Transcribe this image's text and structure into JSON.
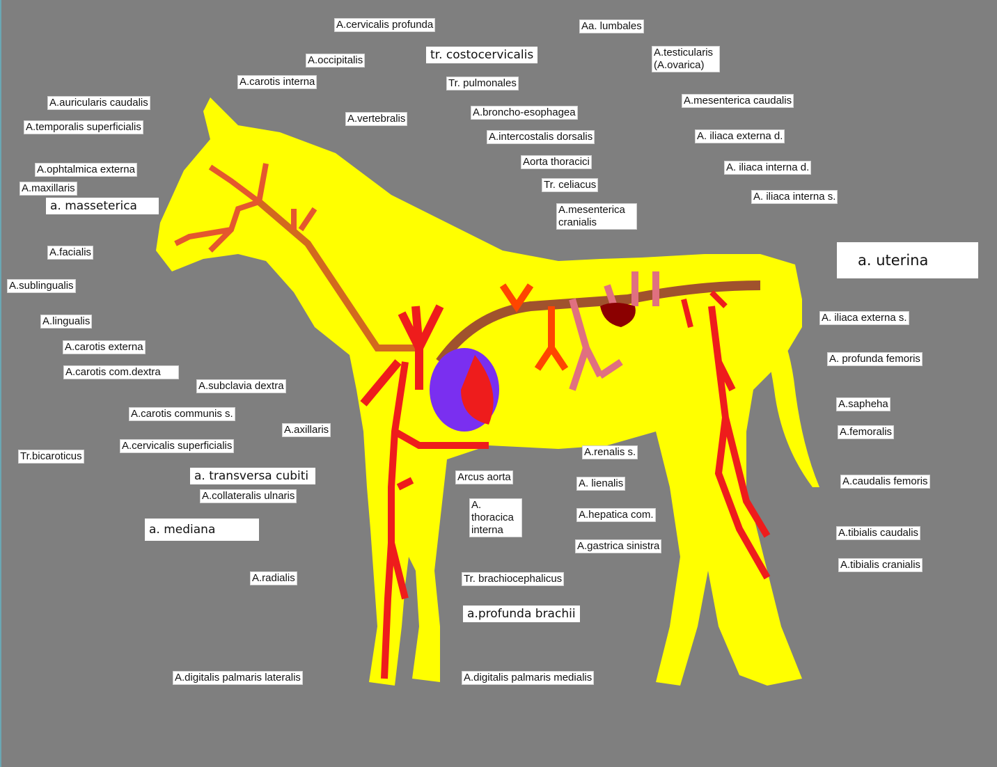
{
  "colors": {
    "background": "#7f7f7f",
    "body": "#ffff00",
    "artery": "#ee1c1c",
    "aorta": "#a0522d",
    "heart_purple": "#7a2ff0"
  },
  "labels": {
    "a_cervicalis_profunda": "A.cervicalis profunda",
    "aa_lumbales": "Aa. lumbales",
    "tr_costocervicalis": "tr. costocervicalis",
    "a_testicularis": "A.testicularis (A.ovarica)",
    "a_occipitalis": "A.occipitalis",
    "tr_pulmonales": "Tr. pulmonales",
    "a_carotis_interna": "A.carotis interna",
    "a_mesenterica_caudalis": "A.mesenterica caudalis",
    "a_auricularis_caudalis": "A.auricularis caudalis",
    "a_broncho_esophagea": "A.broncho-esophagea",
    "a_temporalis_superficialis": "A.temporalis superficialis",
    "a_vertebralis": "A.vertebralis",
    "a_intercostalis_dorsalis": "A.intercostalis dorsalis",
    "a_iliaca_externa_d": "A. iliaca externa d.",
    "aorta_thoracici": "Aorta thoracici",
    "a_ophtalmica_externa": "A.ophtalmica externa",
    "a_iliaca_interna_d": "A. iliaca interna d.",
    "tr_celiacus": "Tr. celiacus",
    "a_maxillaris": "A.maxillaris",
    "a_iliaca_interna_s": "A. iliaca interna s.",
    "a_masseterica": "a. masseterica",
    "a_mesenterica_cranialis": "A.mesenterica cranialis",
    "a_facialis": "A.facialis",
    "a_uterina": "a. uterina",
    "a_sublingualis": "A.sublingualis",
    "a_lingualis": "A.lingualis",
    "a_iliaca_externa_s": "A. iliaca externa s.",
    "a_carotis_externa": "A.carotis externa",
    "a_profunda_femoris": "A. profunda femoris",
    "a_carotis_com_dextra": "A.carotis com.dextra",
    "a_subclavia_dextra": "A.subclavia dextra",
    "a_sapheha": "A.sapheha",
    "a_carotis_communis_s": "A.carotis communis s.",
    "a_femoralis": "A.femoralis",
    "a_axillaris": "A.axillaris",
    "a_cervicalis_superficialis": "A.cervicalis superficialis",
    "tr_bicaroticus": "Tr.bicaroticus",
    "a_renalis_s": "A.renalis s.",
    "a_transversa_cubiti": "a. transversa cubiti",
    "arcus_aorta": "Arcus aorta",
    "a_lienalis": "A. lienalis",
    "a_caudalis_femoris": "A.caudalis femoris",
    "a_collateralis_ulnaris": "A.collateralis ulnaris",
    "a_thoracica_interna": "A. thoracica interna",
    "a_hepatica_com": "A.hepatica com.",
    "a_mediana": "a. mediana",
    "a_tibialis_caudalis": "A.tibialis caudalis",
    "a_gastrica_sinistra": "A.gastrica sinistra",
    "a_tibialis_cranialis": "A.tibialis cranialis",
    "a_radialis": "A.radialis",
    "tr_brachiocephalicus": "Tr. brachiocephalicus",
    "a_profunda_brachii": "a.profunda brachii",
    "a_digitalis_palmaris_lateralis": "A.digitalis palmaris lateralis",
    "a_digitalis_palmaris_medialis": "A.digitalis palmaris medialis"
  }
}
